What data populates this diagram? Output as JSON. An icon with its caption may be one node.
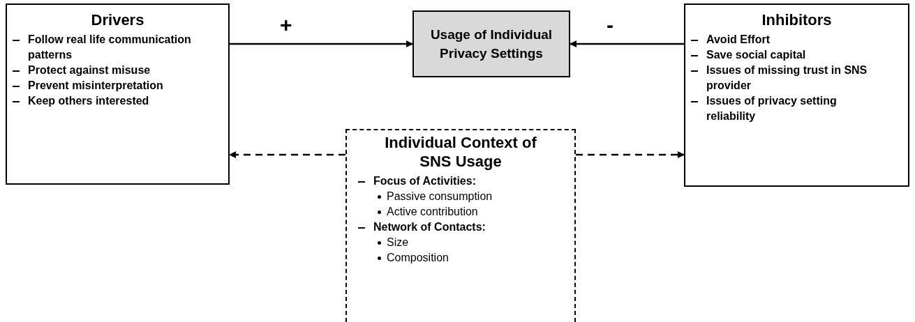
{
  "diagram": {
    "nodes": [
      {
        "text": [
          "Drivers",
          "Follow real life communication patterns",
          "Protect against misuse",
          "Prevent misinterpretation",
          "Keep others interested"
        ]
      },
      {
        "text": [
          "Usage of Individual Privacy Settings"
        ]
      },
      {
        "text": [
          "Inhibitors",
          "Avoid Effort",
          "Save social capital",
          "Issues of missing trust in SNS provider",
          "Issues of privacy setting reliability"
        ]
      },
      {
        "text": [
          "Individual Context of SNS Usage",
          "Focus of Activities:",
          "Passive consumption",
          "Active contribution",
          "Network of Contacts:",
          "Size",
          "Composition"
        ]
      }
    ],
    "edges": [
      {
        "from": 0,
        "to": 1,
        "arrow": "to",
        "label": "+"
      },
      {
        "from": 2,
        "to": 1,
        "arrow": "to",
        "label": "-"
      },
      {
        "from": 3,
        "to": 0,
        "arrow": "to",
        "style": "dashed"
      },
      {
        "from": 3,
        "to": 2,
        "arrow": "to",
        "style": "dashed"
      }
    ]
  }
}
